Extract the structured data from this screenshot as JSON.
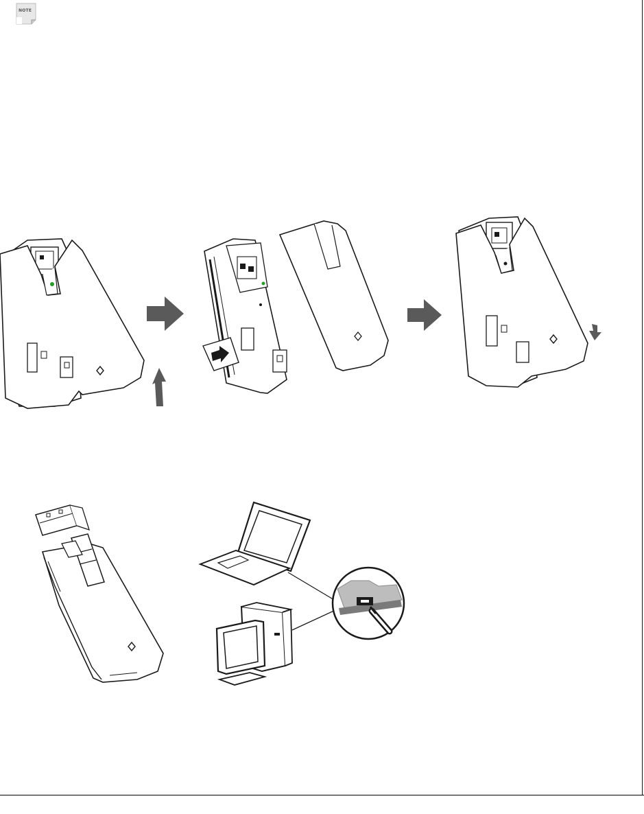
{
  "note_icon": {
    "label": "NOTE",
    "icon": "note-icon"
  },
  "figures": {
    "sim_steps": [
      "remove-cover",
      "insert-sim",
      "replace-cover"
    ],
    "connect": [
      "usb-modem-extended",
      "laptop",
      "desktop-computer",
      "usb-port-closeup"
    ]
  },
  "colors": {
    "arrow_fill": "#5a5a5a",
    "line": "#1a1a1a",
    "led": "#2a9a2a"
  }
}
